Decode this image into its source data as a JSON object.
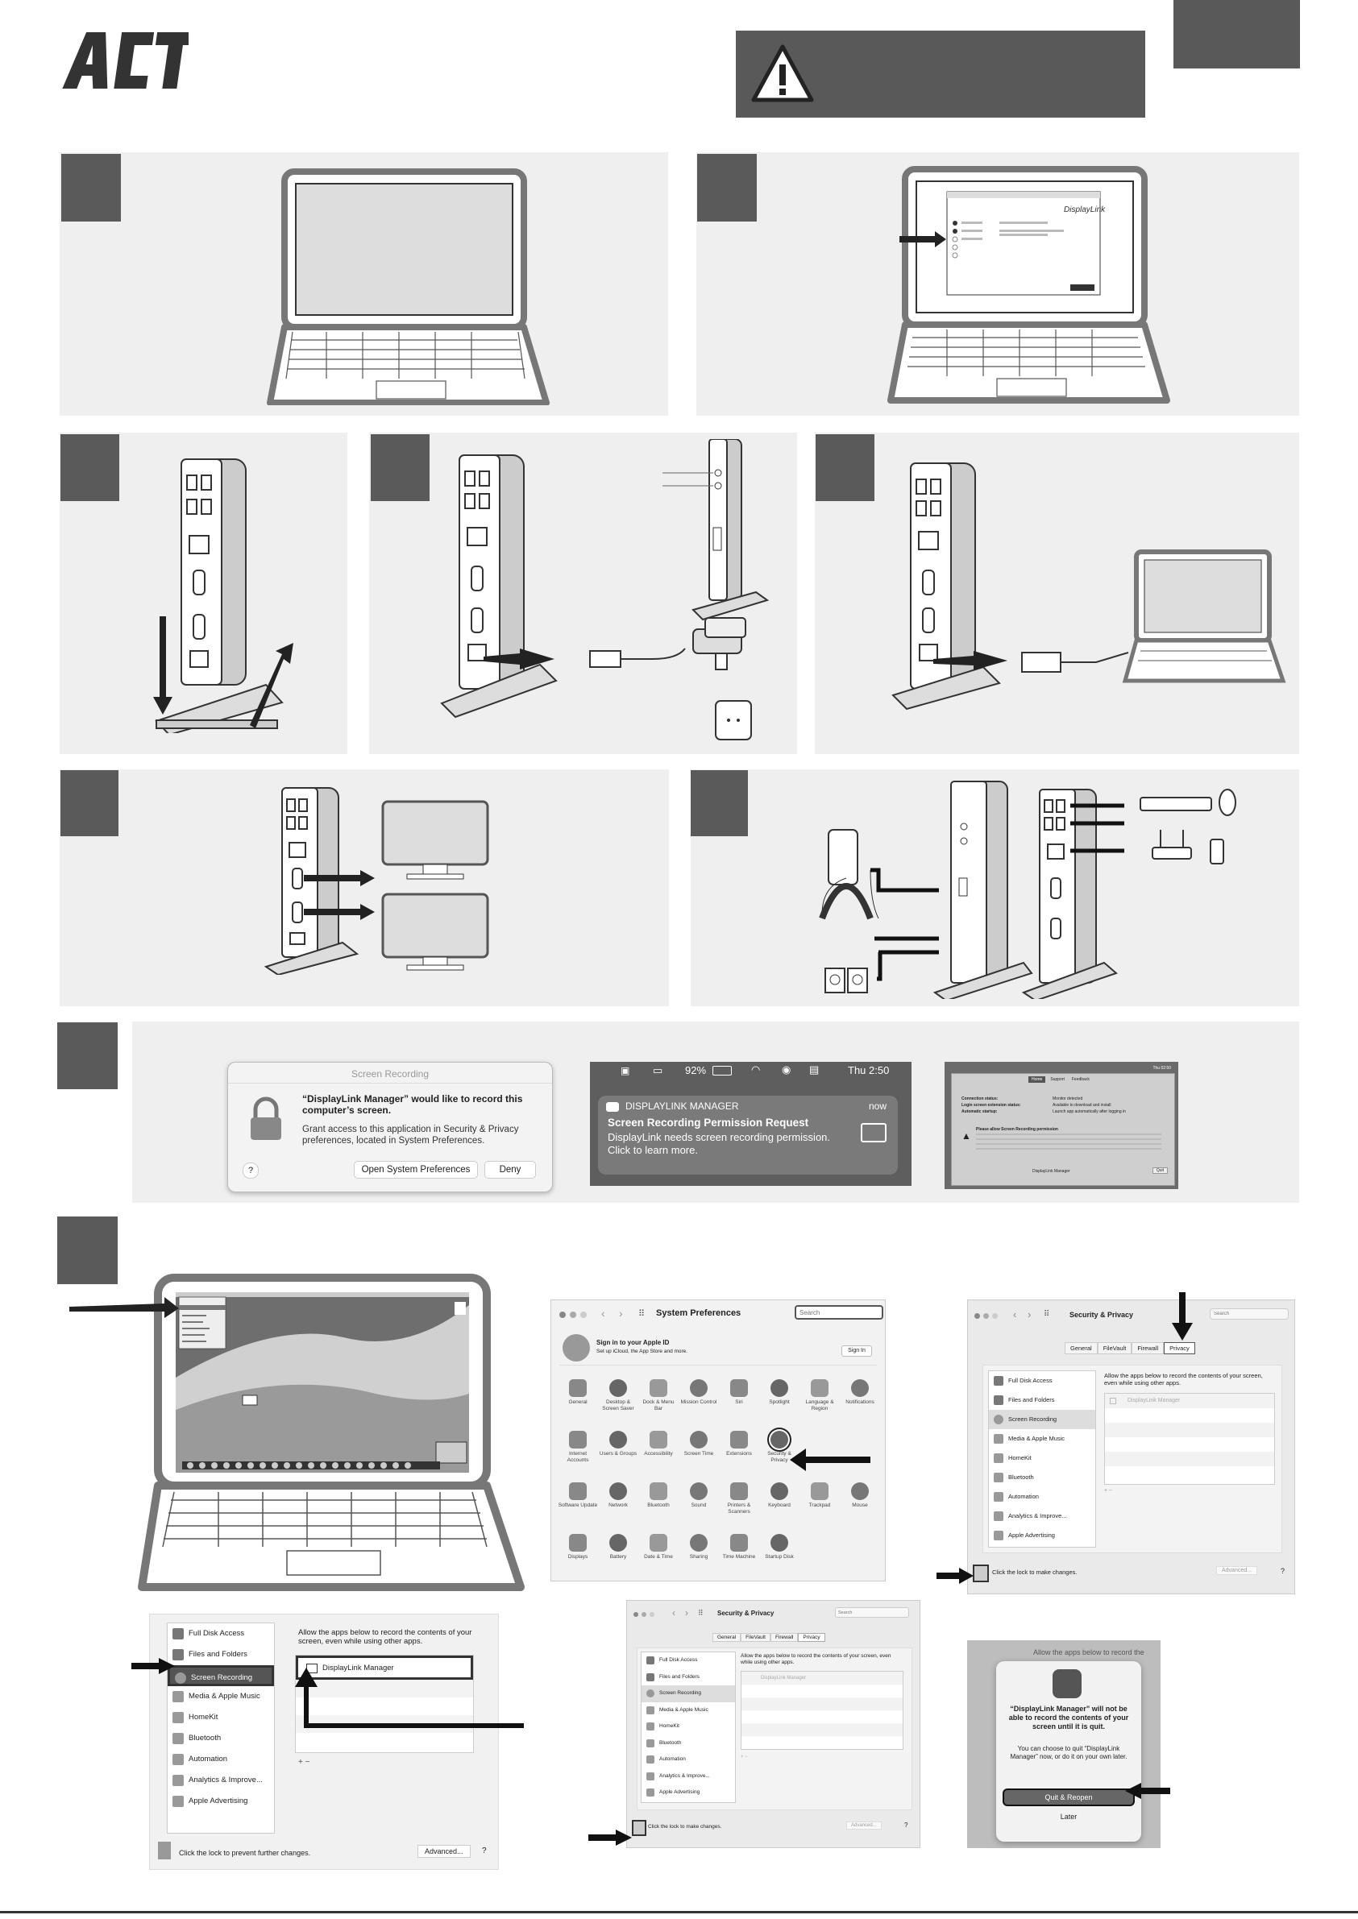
{
  "brand": {
    "logo_text": "ACT"
  },
  "dialog": {
    "title": "Screen Recording",
    "heading": "“DisplayLink Manager” would like to record this computer’s screen.",
    "body": "Grant access to this application in Security & Privacy preferences, located in System Preferences.",
    "help": "?",
    "open_prefs": "Open System Preferences",
    "deny": "Deny"
  },
  "menubar": {
    "battery": "92%",
    "time": "Thu 2:50"
  },
  "notification": {
    "app": "DISPLAYLINK MANAGER",
    "when": "now",
    "title": "Screen Recording Permission Request",
    "body": "DisplayLink needs screen recording permission. Click to learn more."
  },
  "sysprefs": {
    "title": "System Preferences",
    "search_placeholder": "Search",
    "apple_id_title": "Sign in to your Apple ID",
    "apple_id_sub": "Set up iCloud, the App Store and more.",
    "sign_in": "Sign In",
    "rows": [
      [
        "General",
        "Desktop & Screen Saver",
        "Dock & Menu Bar",
        "Mission Control",
        "Siri",
        "Spotlight",
        "Language & Region",
        "Notifications"
      ],
      [
        "Internet Accounts",
        "Users & Groups",
        "Accessibility",
        "Screen Time",
        "Extensions",
        "Security & Privacy"
      ],
      [
        "Software Update",
        "Network",
        "Bluetooth",
        "Sound",
        "Printers & Scanners",
        "Keyboard",
        "Trackpad",
        "Mouse"
      ],
      [
        "Displays",
        "Battery",
        "Date & Time",
        "Sharing",
        "Time Machine",
        "Startup Disk"
      ]
    ]
  },
  "security": {
    "title": "Security & Privacy",
    "search_placeholder": "Search",
    "tabs": [
      "General",
      "FileVault",
      "Firewall",
      "Privacy"
    ],
    "sidebar": [
      "Full Disk Access",
      "Files and Folders",
      "Screen Recording",
      "Media & Apple Music",
      "HomeKit",
      "Bluetooth",
      "Automation",
      "Analytics & Improve...",
      "Apple Advertising"
    ],
    "instruction": "Allow the apps below to record the contents of your screen, even while using other apps.",
    "app": "DisplayLink Manager",
    "lock_text": "Click the lock to make changes.",
    "lock_text_open": "Click the lock to prevent further changes.",
    "advanced": "Advanced...",
    "help": "?",
    "plusminus": "+ −"
  },
  "quit": {
    "heading": "“DisplayLink Manager” will not be able to record the contents of your screen until it is quit.",
    "body": "You can choose to quit “DisplayLink Manager” now, or do it on your own later.",
    "quit_button": "Quit & Reopen",
    "later": "Later",
    "bg_text": "Allow the apps below to record the"
  },
  "dlm": {
    "tabs": [
      "Home",
      "Support",
      "Feedback"
    ],
    "time": "Thu 02:50",
    "rows": [
      [
        "Connection status:",
        "Monitor detected"
      ],
      [
        "Login screen extension status:",
        "Available to download and install"
      ],
      [
        "Automatic startup:",
        "Launch app automatically after logging in"
      ]
    ],
    "warn_title": "Please allow Screen Recording permission",
    "footer": "DisplayLink Manager",
    "quit": "Quit"
  }
}
